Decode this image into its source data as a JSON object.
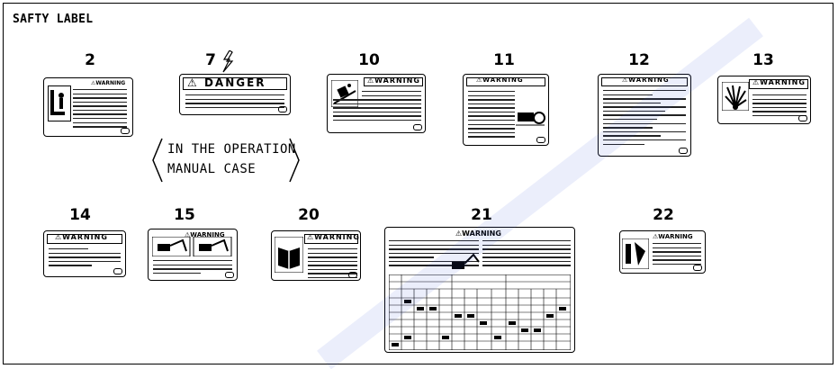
{
  "sheet": {
    "title": "SAFTY LABEL",
    "note_lines": [
      "IN THE OPERATION",
      "MANUAL CASE"
    ]
  },
  "labels": [
    {
      "number": "2",
      "header": "WARNING"
    },
    {
      "number": "7",
      "header": "DANGER"
    },
    {
      "number": "10",
      "header": "WARNING"
    },
    {
      "number": "11",
      "header": "WARNING"
    },
    {
      "number": "12",
      "header": "WARNING"
    },
    {
      "number": "13",
      "header": "WARNING"
    },
    {
      "number": "14",
      "header": "WARNING"
    },
    {
      "number": "15",
      "header": "WARNING"
    },
    {
      "number": "20",
      "header": "WARNING"
    },
    {
      "number": "21",
      "header": "WARNING"
    },
    {
      "number": "22",
      "header": "WARNING"
    }
  ],
  "colors": {
    "ink": "#000000",
    "paper": "#ffffff"
  }
}
